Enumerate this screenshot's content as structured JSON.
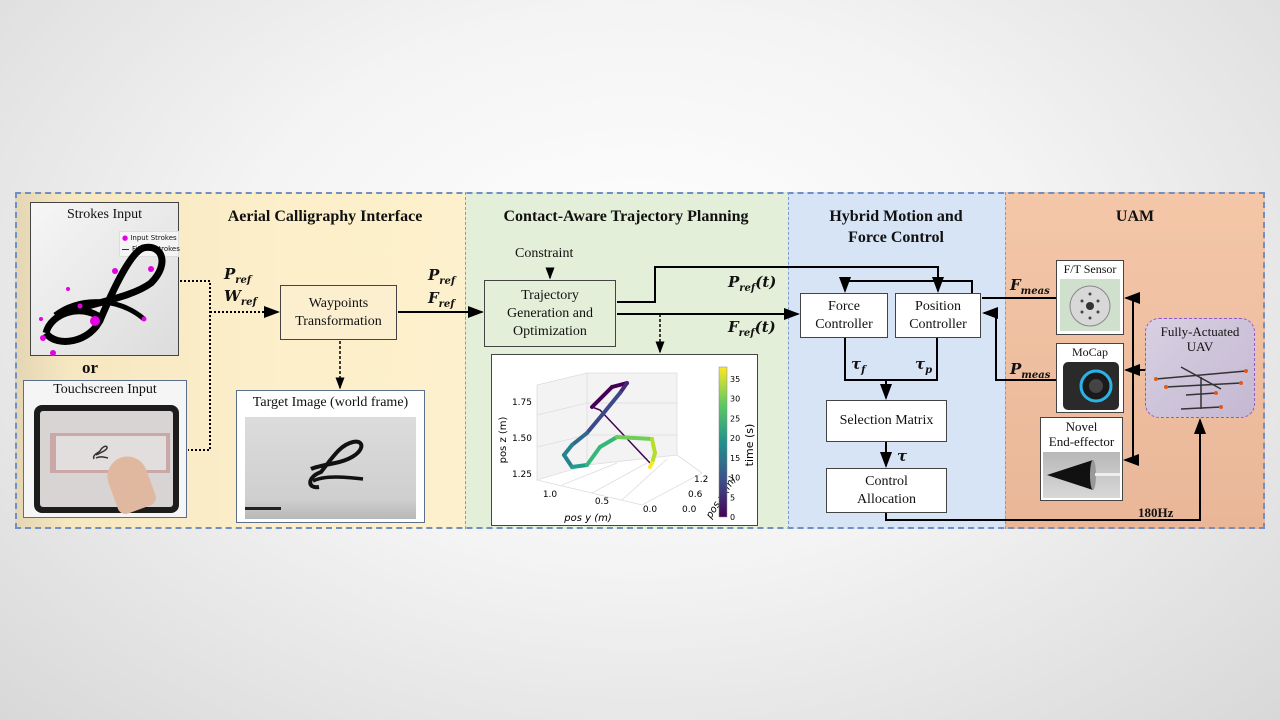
{
  "panels": {
    "interface": {
      "title": "Aerial Calligraphy Interface"
    },
    "planning": {
      "title": "Contact-Aware Trajectory Planning"
    },
    "control": {
      "title_line1": "Hybrid Motion and",
      "title_line2": "Force Control"
    },
    "uam": {
      "title": "UAM"
    }
  },
  "interface": {
    "strokes_input": {
      "title": "Strokes Input",
      "legend": [
        "Input Strokes",
        "Fitted Strokes"
      ]
    },
    "or_label": "or",
    "touchscreen_input": {
      "title": "Touchscreen Input"
    },
    "waypoints_box": {
      "line1": "Waypoints",
      "line2": "Transformation"
    },
    "target_image": {
      "title": "Target Image (world frame)"
    },
    "signals_in": {
      "p": "P",
      "p_sub": "ref",
      "w": "W",
      "w_sub": "ref"
    },
    "signals_out": {
      "p": "P",
      "p_sub": "ref",
      "f": "F",
      "f_sub": "ref"
    }
  },
  "planning": {
    "constraint_label": "Constraint",
    "trajectory_box": {
      "line1": "Trajectory",
      "line2": "Generation and",
      "line3": "Optimization"
    },
    "signal_p": {
      "sym": "P",
      "sub": "ref",
      "arg": "(t)"
    },
    "signal_f": {
      "sym": "F",
      "sub": "ref",
      "arg": "(t)"
    }
  },
  "control": {
    "force_controller": {
      "line1": "Force",
      "line2": "Controller"
    },
    "position_controller": {
      "line1": "Position",
      "line2": "Controller"
    },
    "tau_f": {
      "sym": "τ",
      "sub": "f"
    },
    "tau_p": {
      "sym": "τ",
      "sub": "p"
    },
    "selection_matrix": "Selection Matrix",
    "tau": "τ",
    "control_allocation": {
      "line1": "Control",
      "line2": "Allocation"
    }
  },
  "uam": {
    "ft_sensor": "F/T Sensor",
    "mocap": "MoCap",
    "end_effector": {
      "line1": "Novel",
      "line2": "End-effector"
    },
    "uav": {
      "line1": "Fully-Actuated",
      "line2": "UAV"
    },
    "f_meas": {
      "sym": "F",
      "sub": "meas"
    },
    "p_meas": {
      "sym": "P",
      "sub": "meas"
    },
    "rate": "180Hz"
  },
  "chart_data": {
    "type": "line3d",
    "title": "",
    "xlabel": "pos x (m)",
    "ylabel": "pos y (m)",
    "zlabel": "pos z (m)",
    "colorbar_label": "time (s)",
    "x_ticks": [
      "0.0",
      "0.6",
      "1.2"
    ],
    "y_ticks": [
      "1.0",
      "0.5",
      "0.0"
    ],
    "z_ticks": [
      "1.25",
      "1.50",
      "1.75"
    ],
    "colorbar_ticks": [
      "0",
      "5",
      "10",
      "15",
      "20",
      "25",
      "30",
      "35"
    ],
    "colorbar_range": [
      0,
      38
    ],
    "colormap": "viridis",
    "series": [
      {
        "name": "trajectory",
        "description": "calligraphy 'L'-shaped loop path colored by time"
      }
    ]
  },
  "colors": {
    "interface_bg": "#fcefc9",
    "planning_bg": "#e3efd8",
    "control_bg": "#d7e4f6",
    "uam_bg": "#efbf9f",
    "uav_bg": "#cdc2d8",
    "border_dash": "#6f8fc6",
    "stroke_marker": "#e600e6"
  }
}
